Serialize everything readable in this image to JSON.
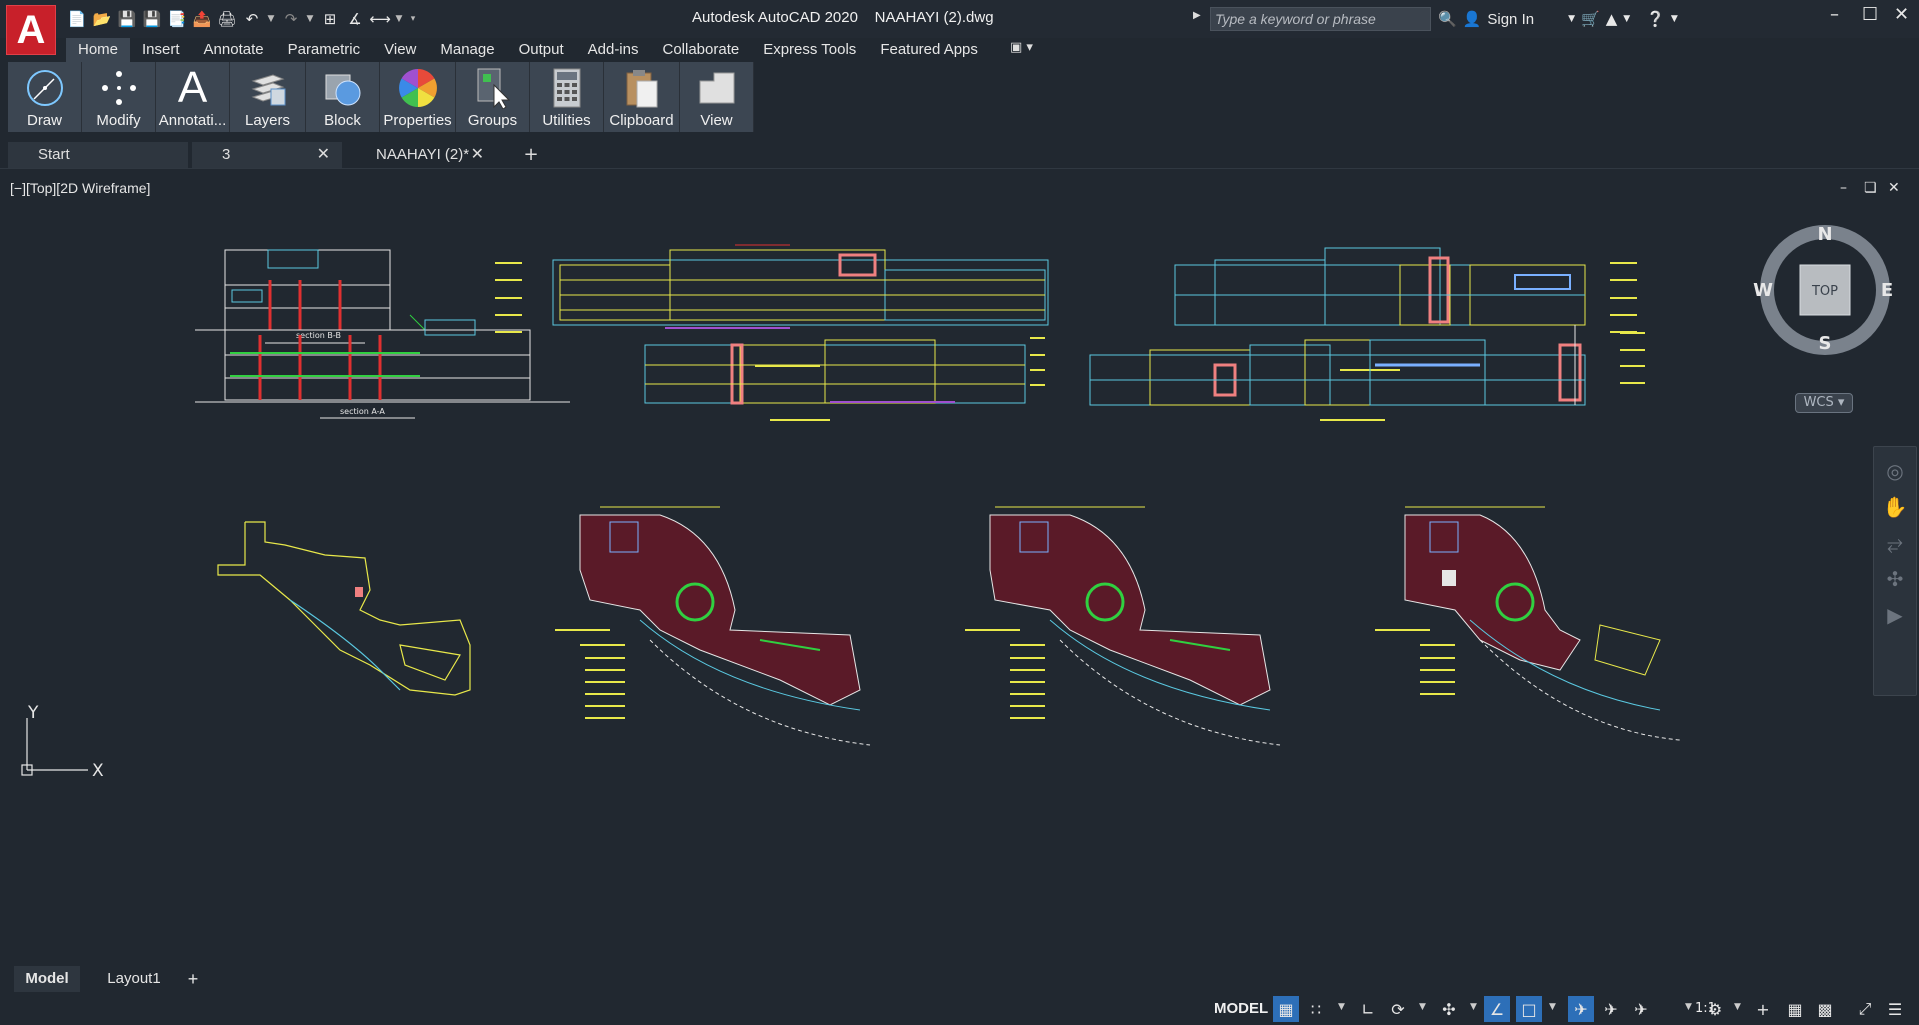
{
  "app": {
    "logo_letter": "A",
    "title": "Autodesk AutoCAD 2020    NAAHAYI (2).dwg",
    "search_placeholder": "Type a keyword or phrase",
    "sign_in": "Sign In"
  },
  "ribbon_tabs": [
    "Home",
    "Insert",
    "Annotate",
    "Parametric",
    "View",
    "Manage",
    "Output",
    "Add-ins",
    "Collaborate",
    "Express Tools",
    "Featured Apps"
  ],
  "ribbon_panels": [
    {
      "label": "Draw",
      "icon": "draw-circle-icon"
    },
    {
      "label": "Modify",
      "icon": "modify-move-icon"
    },
    {
      "label": "Annotati...",
      "icon": "annotation-text-icon"
    },
    {
      "label": "Layers",
      "icon": "layers-icon"
    },
    {
      "label": "Block",
      "icon": "block-icon"
    },
    {
      "label": "Properties",
      "icon": "color-wheel-icon"
    },
    {
      "label": "Groups",
      "icon": "groups-icon"
    },
    {
      "label": "Utilities",
      "icon": "calculator-icon"
    },
    {
      "label": "Clipboard",
      "icon": "clipboard-icon"
    },
    {
      "label": "View",
      "icon": "view-icon"
    }
  ],
  "doc_tabs": [
    {
      "label": "Start",
      "closable": false
    },
    {
      "label": "3",
      "closable": true
    },
    {
      "label": "NAAHAYI (2)*",
      "closable": true,
      "active": true
    }
  ],
  "viewport": {
    "label": "[−][Top][2D Wireframe]",
    "compass": {
      "n": "N",
      "s": "S",
      "e": "E",
      "w": "W",
      "top": "TOP"
    },
    "wcs": "WCS",
    "ucs_x": "X",
    "ucs_y": "Y",
    "section_labels": [
      "section B-B",
      "section A-A"
    ]
  },
  "layout_tabs": [
    {
      "label": "Model",
      "active": true
    },
    {
      "label": "Layout1",
      "active": false
    }
  ],
  "status": {
    "model": "MODEL",
    "scale": "1:1"
  },
  "colors": {
    "background": "#212830",
    "ribbon_panel": "#3c4652",
    "logo_red": "#c8202a",
    "accent_blue": "#2d6fb8",
    "drawing_yellow": "#e8e84a",
    "drawing_cyan": "#5ac8e0",
    "drawing_red": "#e03030",
    "drawing_green": "#30d040",
    "drawing_salmon": "#f08080"
  }
}
